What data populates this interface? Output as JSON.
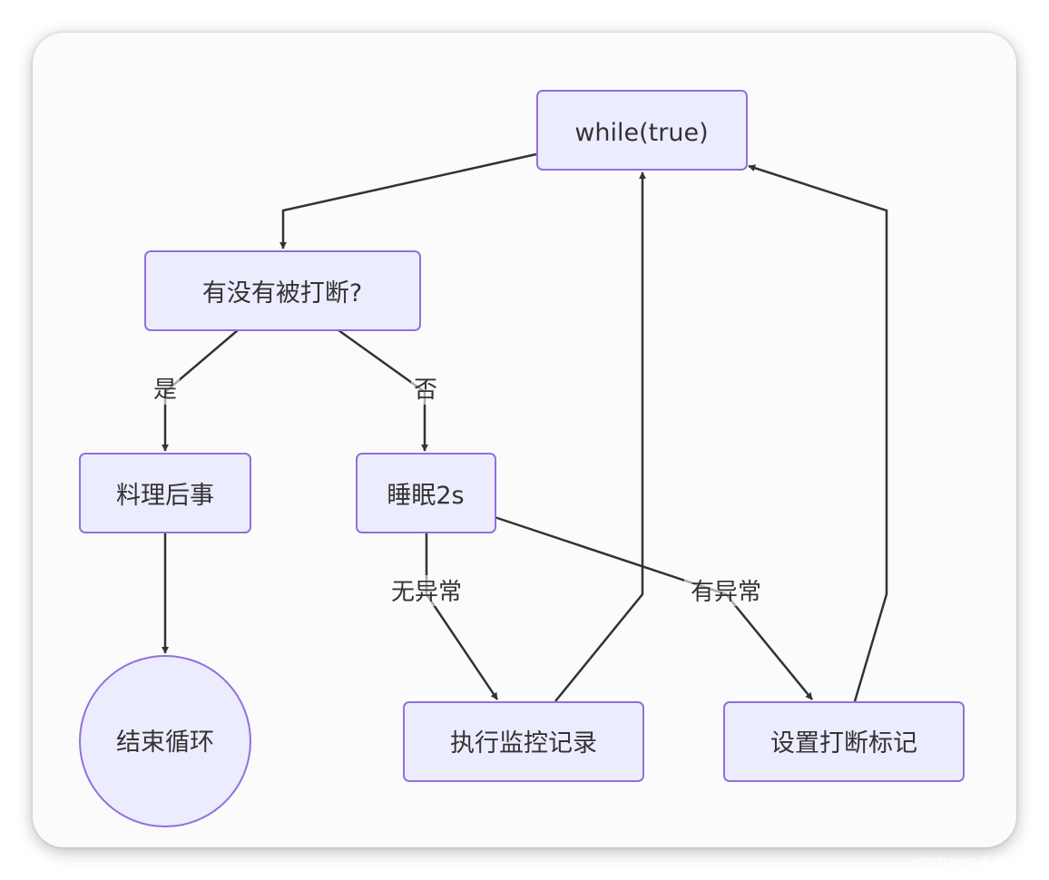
{
  "diagram": {
    "nodes": {
      "while": "while(true)",
      "interrupted": "有没有被打断?",
      "cleanup": "料理后事",
      "sleep": "睡眠2s",
      "end": "结束循环",
      "monitor": "执行监控记录",
      "set_flag": "设置打断标记"
    },
    "edge_labels": {
      "yes": "是",
      "no": "否",
      "no_exception": "无异常",
      "has_exception": "有异常"
    },
    "colors": {
      "node_fill": "#ECECFF",
      "node_stroke": "#9370DB",
      "edge": "#333333",
      "text": "#333333"
    }
  },
  "watermark": "CSDN @永恒的"
}
